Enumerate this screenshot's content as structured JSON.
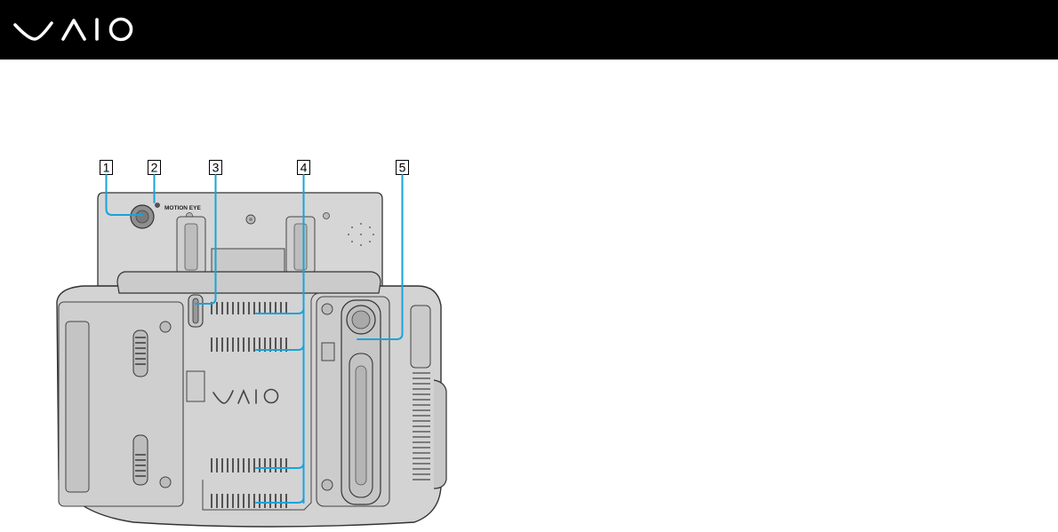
{
  "header": {
    "brand_logo": "VAIO",
    "background": "#000000",
    "logo_color": "#ffffff"
  },
  "figure": {
    "device_label": "MOTION EYE",
    "device_logo": "VAIO",
    "callout_color": "#1aa3d9",
    "callouts": [
      "1",
      "2",
      "3",
      "4",
      "5"
    ]
  }
}
